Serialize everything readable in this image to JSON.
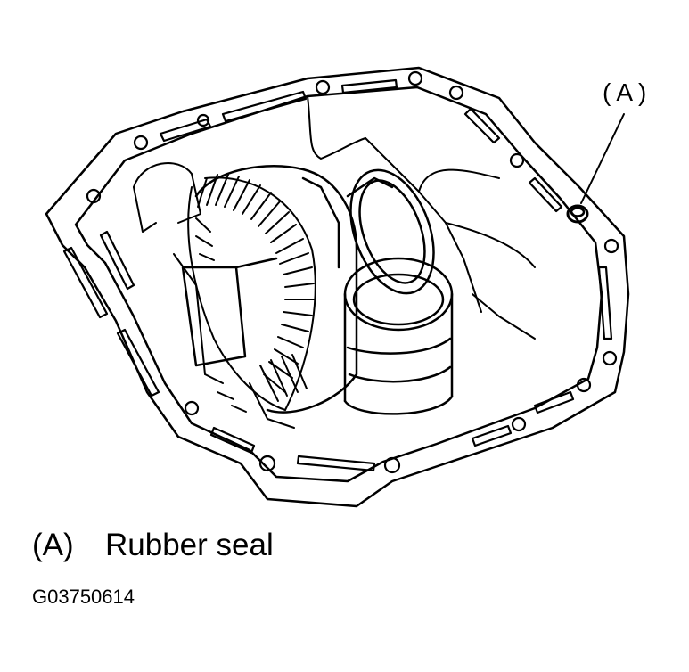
{
  "diagram": {
    "callout": {
      "label": "(A)"
    },
    "legend": [
      {
        "key": "(A)",
        "text": "Rubber seal"
      }
    ],
    "figure_code": "G03750614"
  }
}
